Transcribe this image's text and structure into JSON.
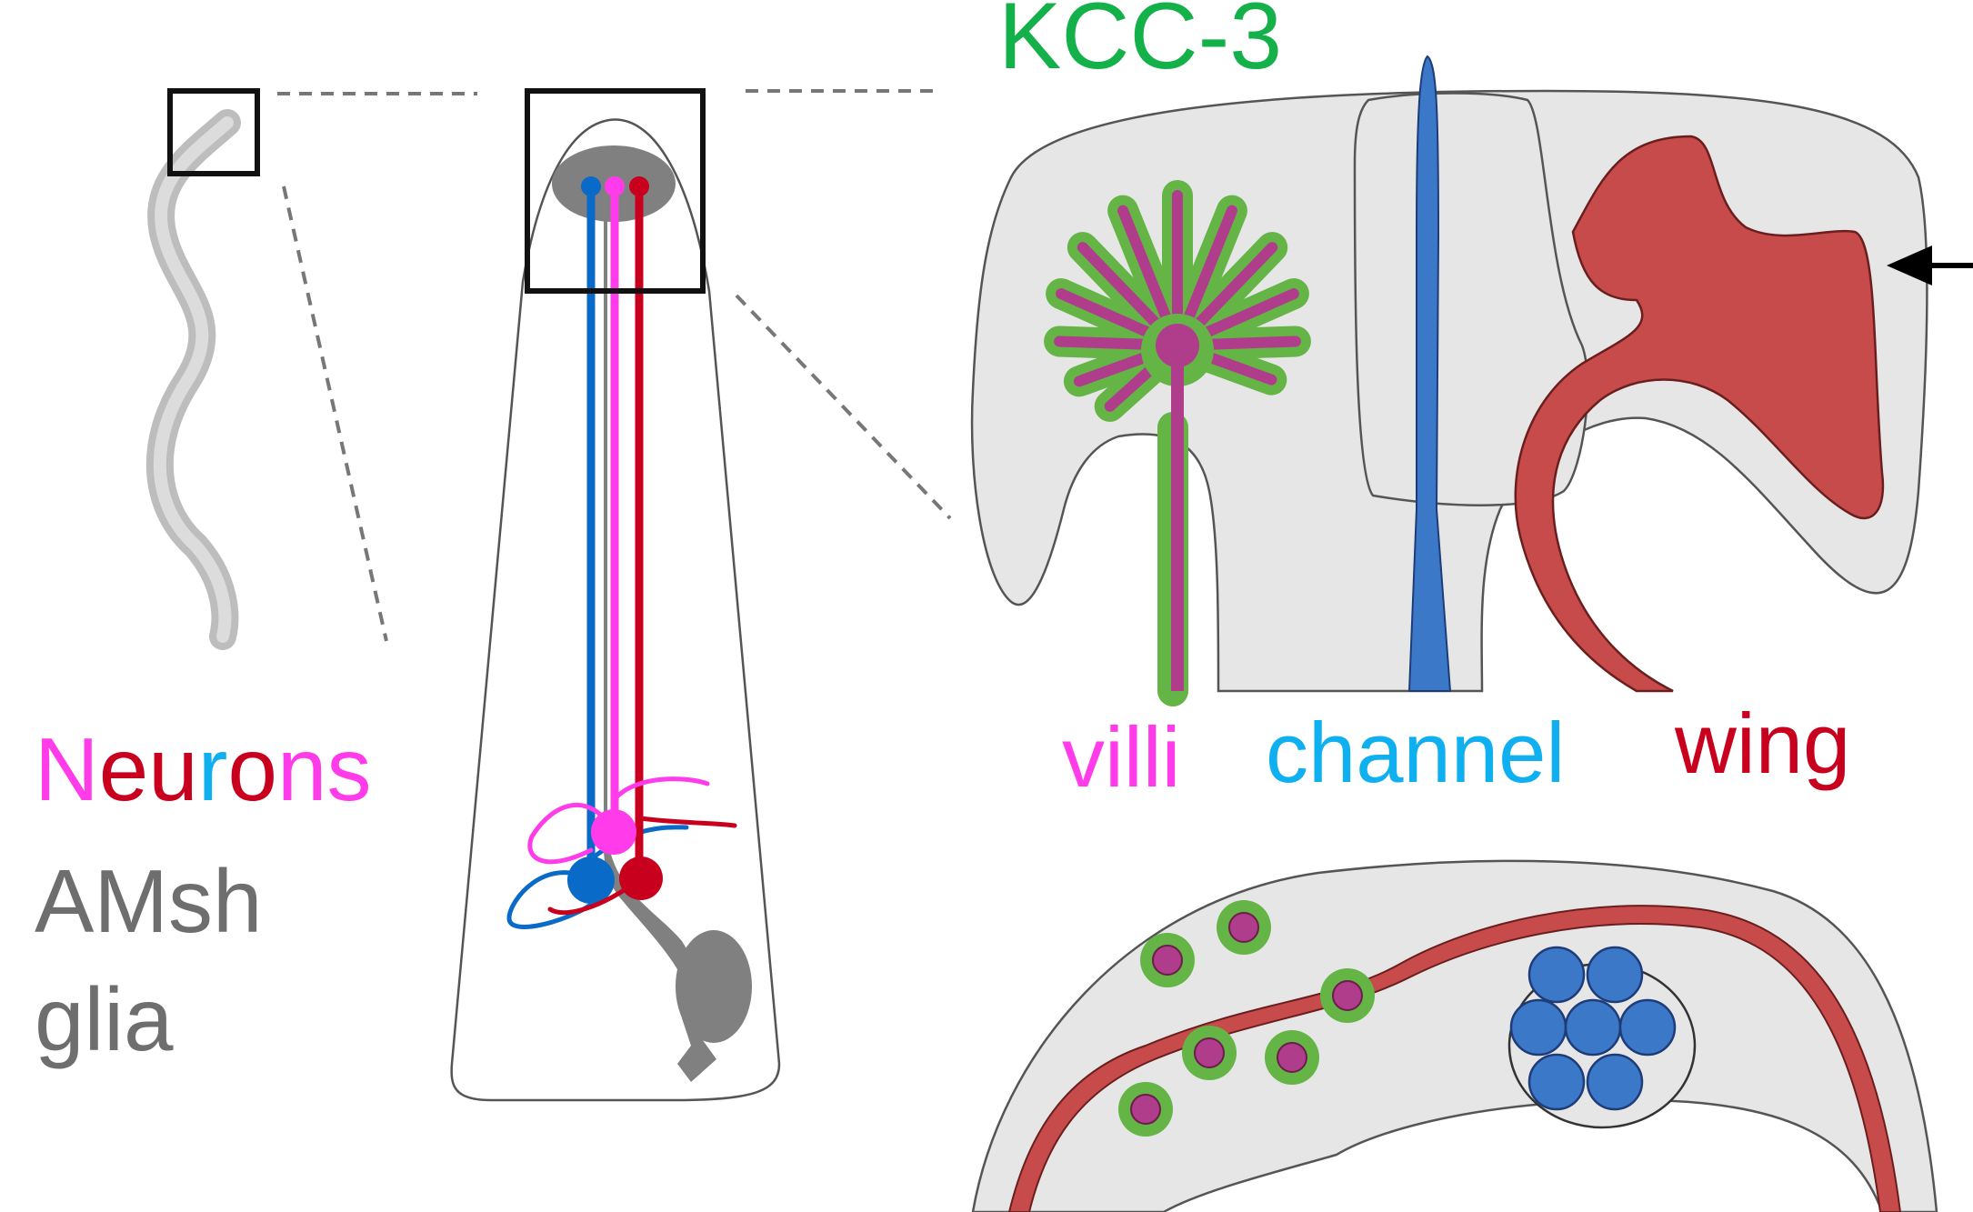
{
  "labels": {
    "kcc3": "KCC-3",
    "neurons": [
      "N",
      "eu",
      "r",
      "o",
      "ns"
    ],
    "amsh": "AMsh",
    "glia": "glia",
    "villi": "villi",
    "channel": "channel",
    "wing": "wing"
  },
  "colors": {
    "magenta": "#ff3bea",
    "crimson": "#c8001e",
    "cyan": "#10b0f0",
    "blue_neuron": "#0a6ac8",
    "red_neuron": "#c8001e",
    "green_label": "#14b04a",
    "gray_text": "#6e6e6e",
    "glia_gray": "#808080",
    "glia_fill": "#e6e6e6",
    "villi_green": "#64b446",
    "villi_purple": "#b03c8c",
    "channel_blue": "#3c78c8",
    "wing_red": "#c84b4b",
    "arrow_black": "#000000"
  }
}
